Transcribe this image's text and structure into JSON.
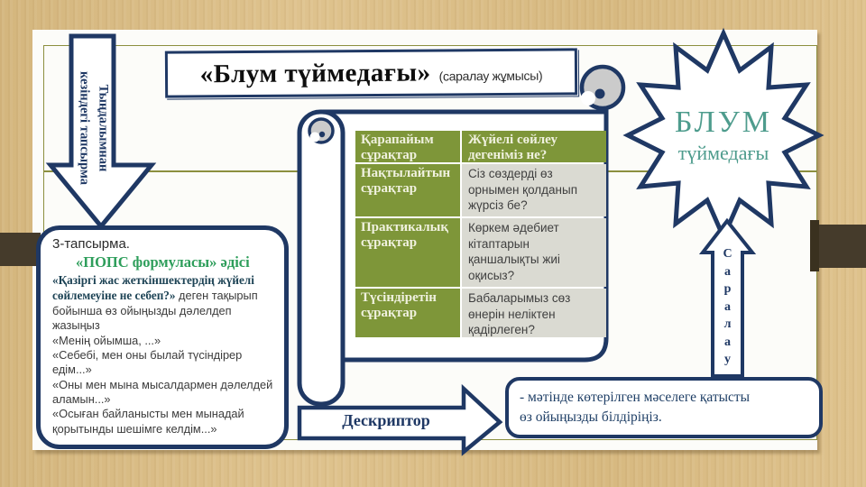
{
  "slide": {
    "title": "«Блум түймедағы»",
    "title_suffix": "(саралау жұмысы)"
  },
  "listening_arrow": {
    "line1": "Тыңдалымнан",
    "line2": "кезіндегі тапсырма"
  },
  "badge": {
    "line1": "БЛУМ",
    "line2": "түймедағы"
  },
  "table": {
    "rows": [
      {
        "q": "Қарапайым сұрақтар",
        "a": "Жүйелі сөйлеу дегеніміз не?"
      },
      {
        "q": "Нақтылайтын сұрақтар",
        "a": "Сіз сөздерді өз орнымен қолданып жүрсіз бе?"
      },
      {
        "q": "Практикалық сұрақтар",
        "a": "Көркем әдебиет кітаптарын қаншалықты жиі оқисыз?"
      },
      {
        "q": "Түсіндіретін сұрақтар",
        "a": "Бабаларымыз сөз өнерін неліктен қадірлеген?"
      }
    ]
  },
  "task_box": {
    "heading": "3-тапсырма.",
    "method": "«ПОПС формуласы» әдісі",
    "question_bold": "«Қазіргі жас жеткіншектердің жүйелі сөйлемеуіне не себеп?»",
    "question_rest": " деген тақырып бойынша өз ойыңызды дәлелдеп жазыңыз",
    "lines": [
      "«Менің ойымша, ...»",
      "«Себебі, мен оны былай түсіндірер едім...»",
      "«Оны мен мына мысалдармен дәлелдей аламын...»",
      "«Осыған байланысты мен мынадай қорытынды шешімге келдім...»"
    ]
  },
  "descriptor": {
    "label": "Дескриптор",
    "note_line1": "- мәтінде көтерілген мәселеге қатысты",
    "note_line2": "өз ойыңызды білдіріңіз."
  },
  "saralau": {
    "letters": [
      "С",
      "а",
      "р",
      "а",
      "л",
      "а",
      "у"
    ]
  },
  "colors": {
    "navy": "#1F3864",
    "tan_background": "#DCBE85",
    "olive_frame": "#8C8F3F",
    "table_green": "#7E9639",
    "table_light_cell": "#DADAD2",
    "badge_teal": "#4E9C8D",
    "method_green": "#2E9E5B",
    "question_dark_teal": "#1d4355",
    "dark_band_brown": "#453B2B"
  }
}
